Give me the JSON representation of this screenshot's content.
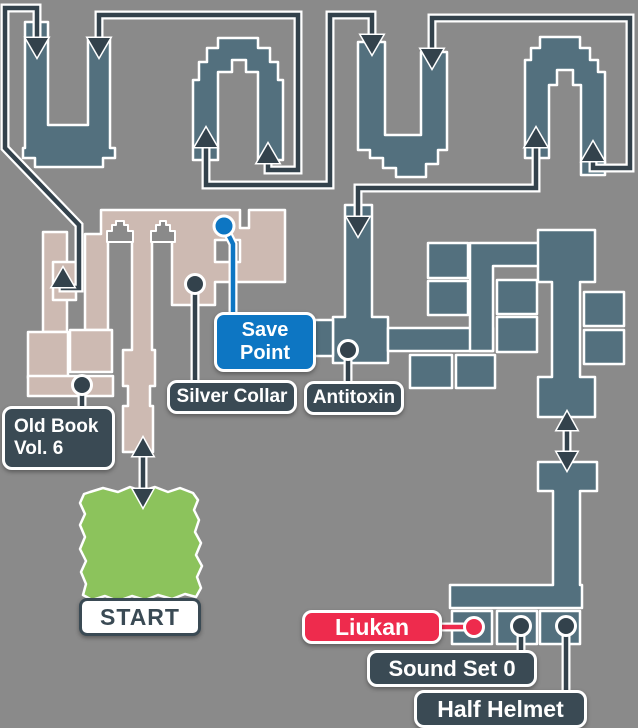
{
  "map": {
    "title": "dungeon-map",
    "labels": {
      "save_point": "Save Point",
      "silver_collar": "Silver Collar",
      "antitoxin": "Antitoxin",
      "old_book": "Old Book Vol. 6",
      "start": "START",
      "liukan": "Liukan",
      "sound_set_0": "Sound Set 0",
      "half_helmet": "Half Helmet"
    },
    "markers": [
      {
        "name": "save-point-marker",
        "color": "#0d76c3"
      },
      {
        "name": "silver-collar-marker",
        "color": "#3a4a54"
      },
      {
        "name": "antitoxin-marker",
        "color": "#3a4a54"
      },
      {
        "name": "old-book-marker",
        "color": "#3a4a54"
      },
      {
        "name": "liukan-marker",
        "color": "#ee2b4d"
      },
      {
        "name": "sound-set-0-marker",
        "color": "#3a4a54"
      },
      {
        "name": "half-helmet-marker",
        "color": "#3a4a54"
      }
    ],
    "icons": [
      "one-way-arrow-icon",
      "two-way-arrow-icon",
      "map-node-dot-icon"
    ],
    "colors": {
      "background": "#8a8a8a",
      "corridor_teal": "#53707e",
      "dungeon_pink": "#cdbab2",
      "start_green": "#8cc35c",
      "save_blue": "#0d76c3",
      "boss_red": "#ee2b4d",
      "line_dark": "#33424c",
      "label_dark": "#3a4a54",
      "outline_white": "#ffffff"
    }
  }
}
